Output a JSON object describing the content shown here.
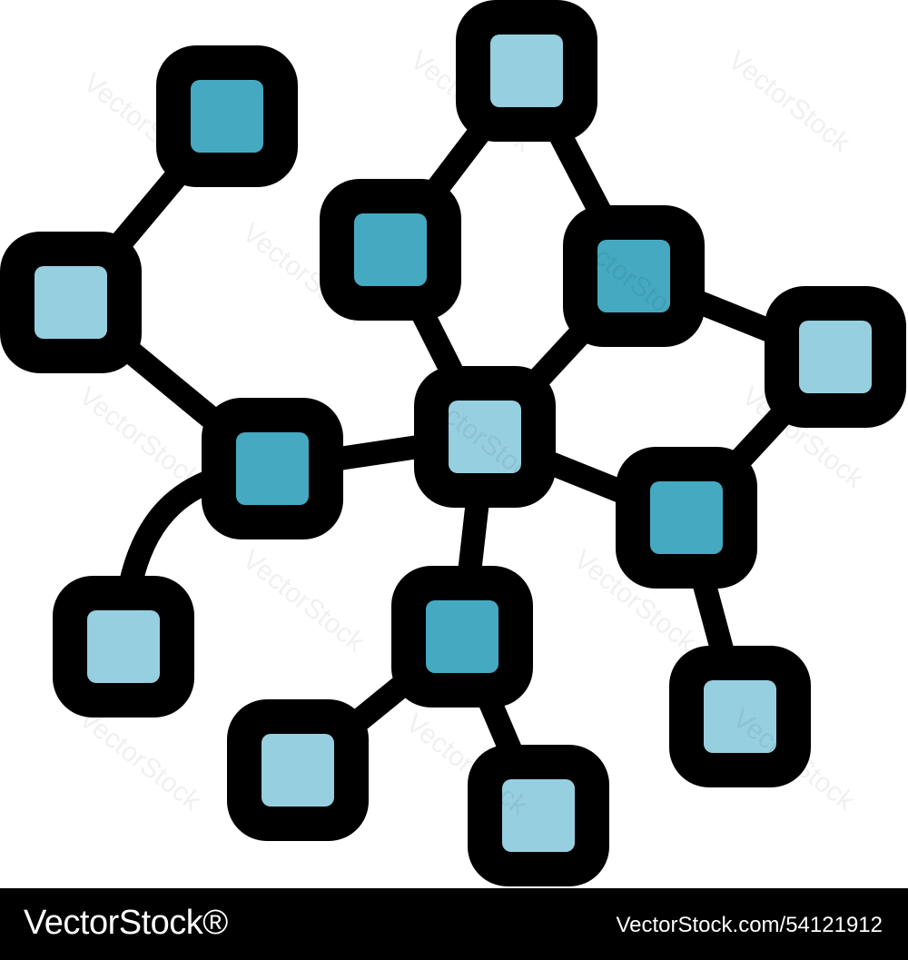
{
  "diagram": {
    "kind": "network-graph-icon",
    "colors": {
      "outline": "#000000",
      "node_dark": "#45a9c2",
      "node_light": "#96cfe0",
      "background": "#ffffff"
    },
    "nodes": [
      {
        "id": "n1",
        "shade": "dark"
      },
      {
        "id": "n2",
        "shade": "light"
      },
      {
        "id": "n3",
        "shade": "dark"
      },
      {
        "id": "n4",
        "shade": "light"
      },
      {
        "id": "n5",
        "shade": "light"
      },
      {
        "id": "n6",
        "shade": "dark"
      },
      {
        "id": "n7",
        "shade": "dark"
      },
      {
        "id": "n8",
        "shade": "light"
      },
      {
        "id": "n9",
        "shade": "light"
      },
      {
        "id": "n10",
        "shade": "dark"
      },
      {
        "id": "n11",
        "shade": "dark"
      },
      {
        "id": "n12",
        "shade": "light"
      },
      {
        "id": "n13",
        "shade": "light"
      },
      {
        "id": "n14",
        "shade": "light"
      },
      {
        "id": "n15",
        "shade": "light"
      }
    ],
    "edges": [
      [
        "n1",
        "n2"
      ],
      [
        "n2",
        "n3"
      ],
      [
        "n3",
        "n4"
      ],
      [
        "n3",
        "n9"
      ],
      [
        "n5",
        "n6"
      ],
      [
        "n5",
        "n7"
      ],
      [
        "n6",
        "n9"
      ],
      [
        "n7",
        "n9"
      ],
      [
        "n7",
        "n8"
      ],
      [
        "n8",
        "n10"
      ],
      [
        "n9",
        "n10"
      ],
      [
        "n9",
        "n11"
      ],
      [
        "n10",
        "n12"
      ],
      [
        "n11",
        "n13"
      ],
      [
        "n11",
        "n14"
      ]
    ]
  },
  "watermark": "VectorStock",
  "footer": {
    "brand": "VectorStock®",
    "image_id": "VectorStock.com/54121912"
  }
}
